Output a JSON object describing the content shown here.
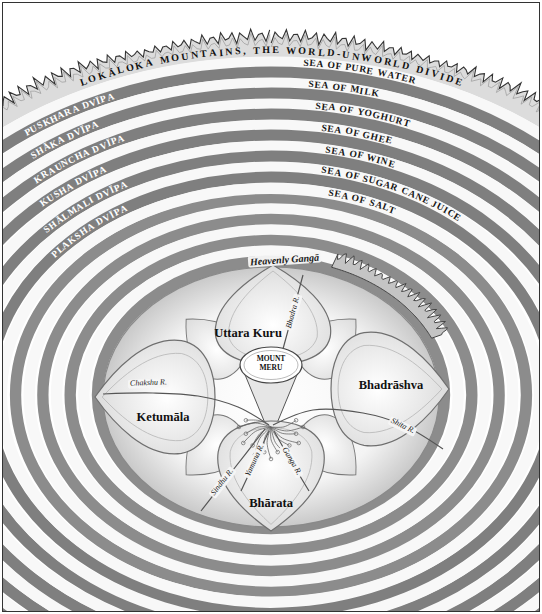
{
  "diagram": {
    "nodes": [
      {
        "text": [
          "LOKĀLOKA MOUNTAINS, THE WORLD-UNWORLD DIVIDE"
        ]
      },
      {
        "text": [
          "SEA OF PURE WATER"
        ]
      },
      {
        "text": [
          "PUSKHARA DVĪPA"
        ]
      },
      {
        "text": [
          "SEA OF MILK"
        ]
      },
      {
        "text": [
          "SHĀKA DVĪPA"
        ]
      },
      {
        "text": [
          "SEA OF YOGHURT"
        ]
      },
      {
        "text": [
          "KRAUNCHA DVĪPA"
        ]
      },
      {
        "text": [
          "SEA OF GHEE"
        ]
      },
      {
        "text": [
          "KUSHA DVĪPA"
        ]
      },
      {
        "text": [
          "SEA OF WINE"
        ]
      },
      {
        "text": [
          "SHĀLMALI DVĪPA"
        ]
      },
      {
        "text": [
          "SEA OF SUGAR CANE JUICE"
        ]
      },
      {
        "text": [
          "PLAKSHA DVĪPA"
        ]
      },
      {
        "text": [
          "SEA OF SALT"
        ]
      },
      {
        "text": [
          "Uttara Kuru"
        ]
      },
      {
        "text": [
          "MOUNT MERU"
        ]
      },
      {
        "text": [
          "Bhadrāshva"
        ]
      },
      {
        "text": [
          "Ketumāla"
        ]
      },
      {
        "text": [
          "Bhārata"
        ]
      }
    ],
    "labels": [
      "Heavenly Gangā",
      "Bhadra R.",
      "Chakshu R.",
      "Shita R.",
      "Sindhu R.",
      "Yamuna R.",
      "Ganga R."
    ]
  }
}
